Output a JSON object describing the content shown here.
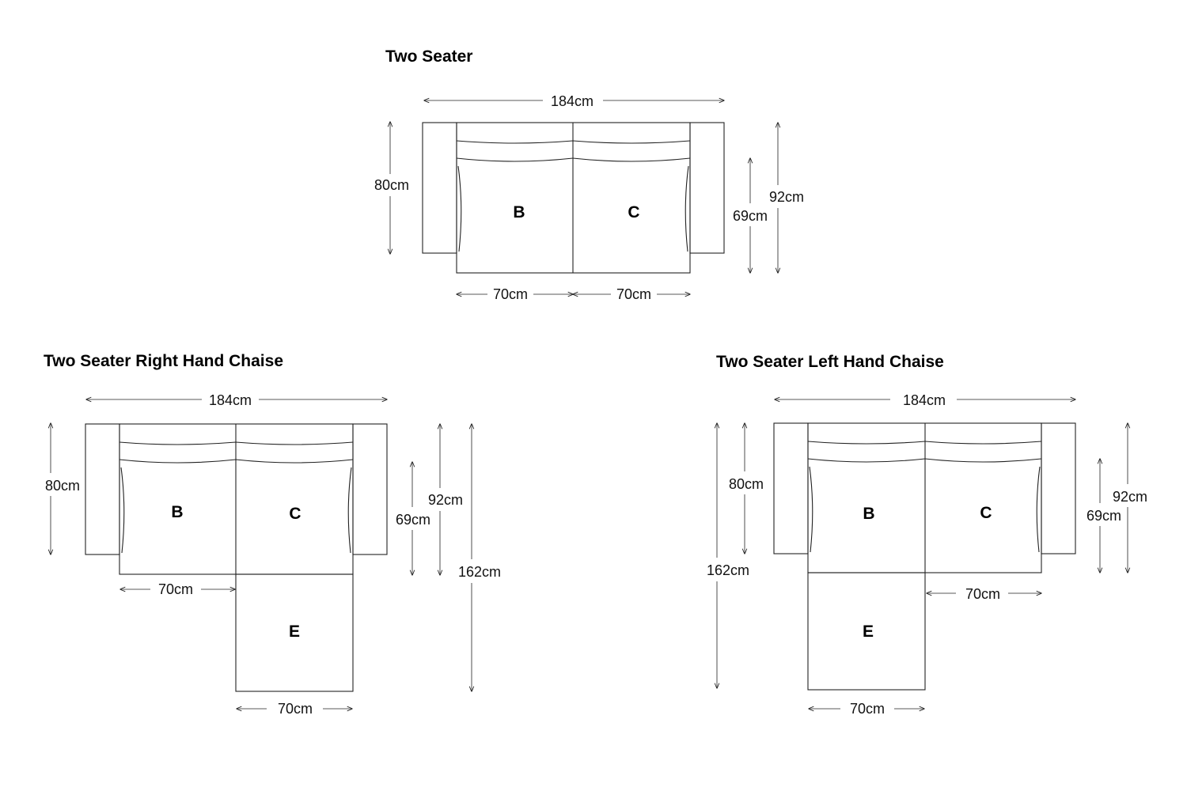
{
  "diagrams": {
    "two_seater": {
      "title": "Two Seater",
      "width": "184cm",
      "depth": "80cm",
      "seat_height": "69cm",
      "total_height": "92cm",
      "seat_b_width": "70cm",
      "seat_c_width": "70cm",
      "seat_labels": [
        "B",
        "C"
      ]
    },
    "right_chaise": {
      "title": "Two Seater Right Hand Chaise",
      "width": "184cm",
      "depth": "80cm",
      "seat_height": "69cm",
      "total_height": "92cm",
      "chaise_length": "162cm",
      "seat_width": "70cm",
      "chaise_width": "70cm",
      "seat_labels": [
        "B",
        "C",
        "E"
      ]
    },
    "left_chaise": {
      "title": "Two Seater Left Hand Chaise",
      "width": "184cm",
      "depth": "80cm",
      "seat_height": "69cm",
      "total_height": "92cm",
      "chaise_length": "162cm",
      "seat_width": "70cm",
      "chaise_width": "70cm",
      "seat_labels": [
        "B",
        "C",
        "E"
      ]
    }
  }
}
